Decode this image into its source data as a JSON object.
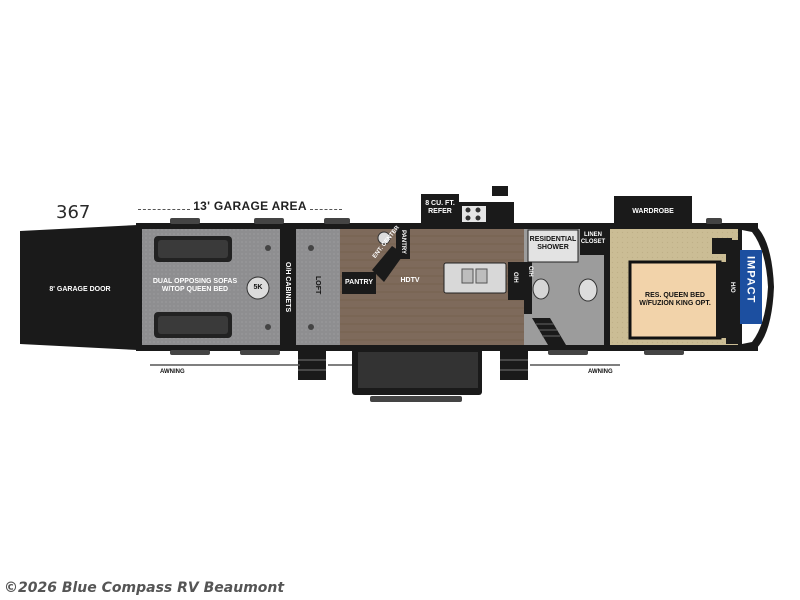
{
  "model_number": "367",
  "garage_area_label": "13' GARAGE AREA",
  "labels": {
    "garage_door": "8' GARAGE DOOR",
    "sofas": "DUAL OPPOSING SOFAS\nW/TOP QUEEN BED",
    "oh_cabinets": "O/H CABINETS",
    "loft": "LOFT",
    "pantry_left": "PANTRY",
    "ent_center": "ENT. CENTER",
    "pantry_vertical": "PANTRY",
    "hdtv": "HDTV",
    "refer": "8 CU. FT.\nREFER",
    "oh_kitchen": "O/H",
    "oh_bath": "O/H",
    "shower": "RESIDENTIAL\nSHOWER",
    "linen": "LINEN\nCLOSET",
    "wardrobe": "WARDROBE",
    "bed": "RES. QUEEN BED\nW/FUZION KING OPT.",
    "oh_front": "H/O",
    "brand": "IMPACT",
    "awning_left": "AWNING",
    "awning_right": "AWNING",
    "badge": "5K"
  },
  "watermark": "©2026 Blue Compass RV Beaumont",
  "colors": {
    "wall": "#1a1a1a",
    "garage_floor": "#8e8e90",
    "living_floor": "#7e6a5b",
    "bedroom_floor": "#cbbd95",
    "counter": "#d8d8d8",
    "bed_fill": "#f2d3aa"
  }
}
